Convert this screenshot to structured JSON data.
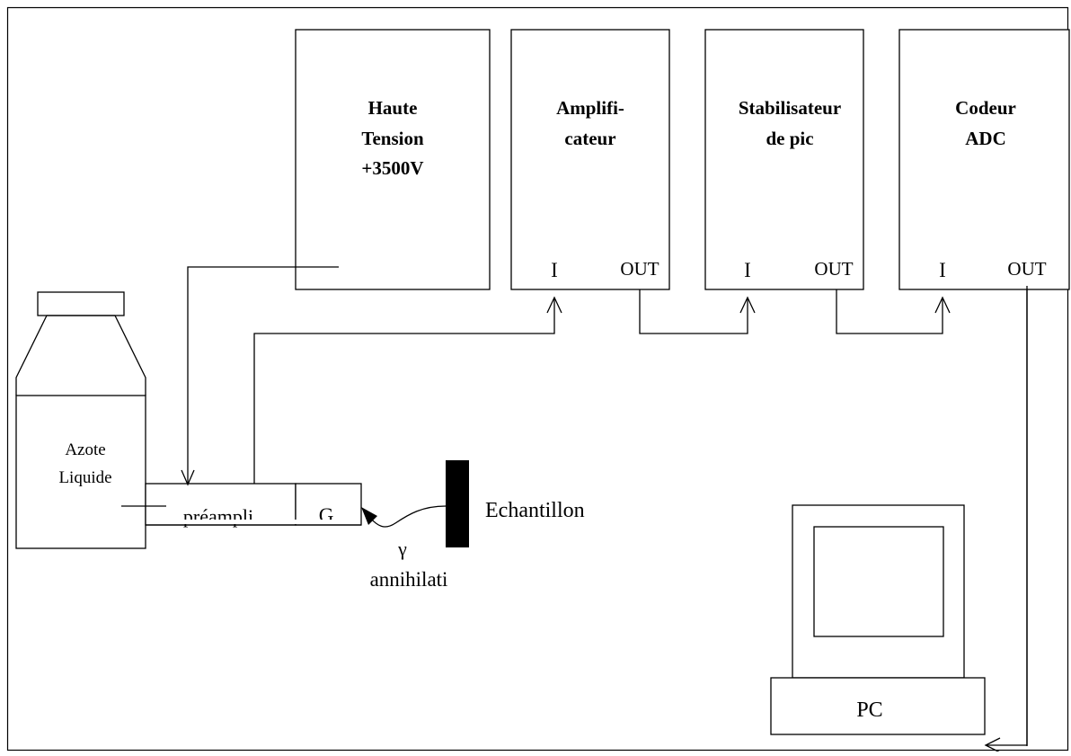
{
  "modules": {
    "haute_tension": {
      "line1": "Haute",
      "line2": "Tension",
      "line3": "+3500V"
    },
    "amplificateur": {
      "line1": "Amplifi-",
      "line2": "cateur",
      "in_label": "I",
      "out_label": "OUT"
    },
    "stabilisateur": {
      "line1": "Stabilisateur",
      "line2": "de pic",
      "in_label": "I",
      "out_label": "OUT"
    },
    "codeur": {
      "line1": "Codeur",
      "line2": "ADC",
      "in_label": "I",
      "out_label": "OUT"
    }
  },
  "dewar": {
    "line1": "Azote",
    "line2": "Liquide"
  },
  "detector": {
    "preampli_label": "préampli",
    "ge_label": "G"
  },
  "sample": {
    "label": "Echantillon"
  },
  "gamma": {
    "symbol": "γ",
    "label": "annihilati"
  },
  "pc": {
    "label": "PC"
  }
}
